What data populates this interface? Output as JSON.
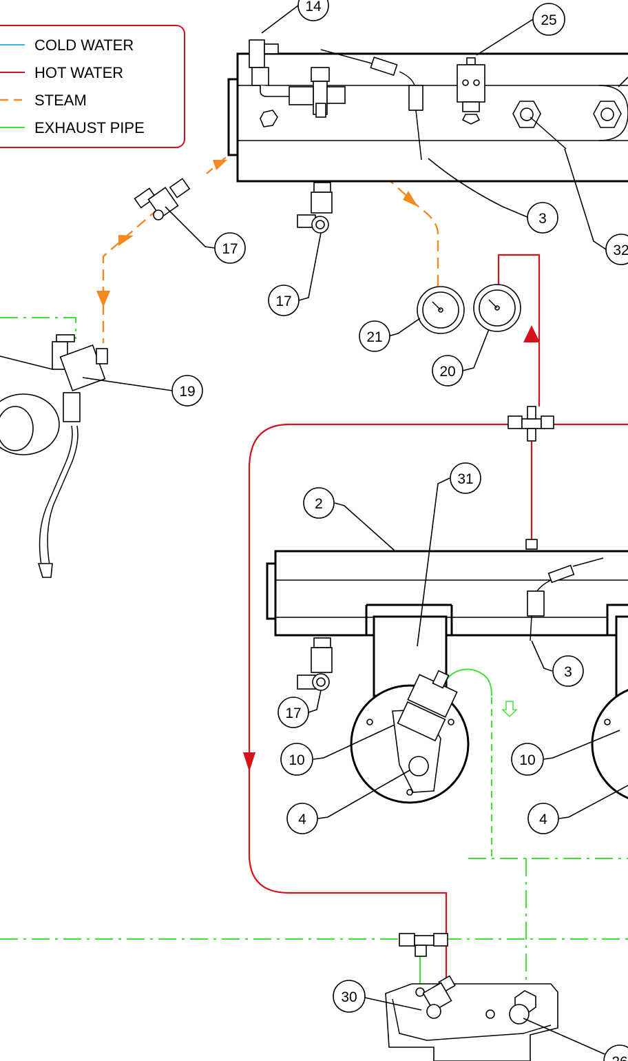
{
  "legend": {
    "items": [
      {
        "label": "COLD WATER",
        "color": "#32b4ea",
        "style": "solid"
      },
      {
        "label": "HOT WATER",
        "color": "#d3121b",
        "style": "solid"
      },
      {
        "label": "STEAM",
        "color": "#f4891f",
        "style": "dashed"
      },
      {
        "label": "EXHAUST PIPE",
        "color": "#44e03a",
        "style": "solid"
      }
    ]
  },
  "callouts": {
    "c14": "14",
    "c25": "25",
    "c3a": "3",
    "c32": "32",
    "c17a": "17",
    "c17b": "17",
    "c21": "21",
    "c20": "20",
    "c19": "19",
    "c31": "31",
    "c2": "2",
    "c3b": "3",
    "c17c": "17",
    "c10a": "10",
    "c10b": "10",
    "c4a": "4",
    "c4b": "4",
    "c30": "30",
    "c26": "26"
  },
  "colors": {
    "hot_water": "#d3121b",
    "steam": "#f4891f",
    "exhaust": "#44e03a",
    "cold_water": "#32b4ea",
    "legend_border": "#d3121b"
  }
}
